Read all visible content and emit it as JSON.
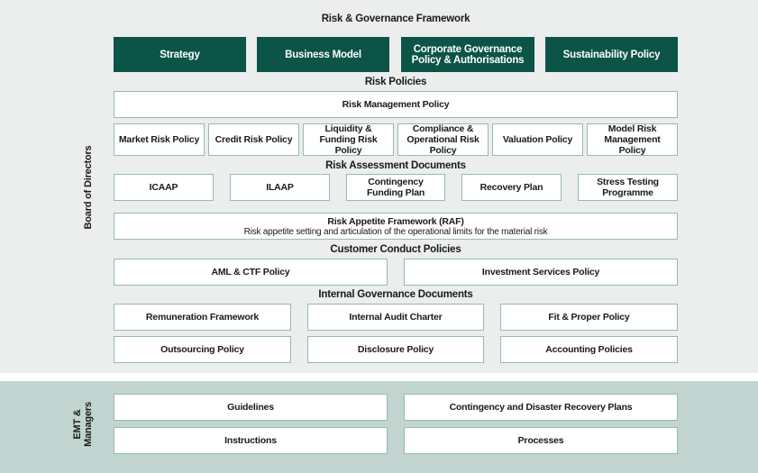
{
  "title": "Risk & Governance Framework",
  "side_labels": {
    "board": "Board of Directors",
    "emt": "EMT &\nManagers"
  },
  "top_boxes": [
    "Strategy",
    "Business Model",
    "Corporate Governance Policy & Authorisations",
    "Sustainability Policy"
  ],
  "risk_policies": {
    "heading": "Risk Policies",
    "main": "Risk Management Policy",
    "items": [
      "Market Risk Policy",
      "Credit Risk Policy",
      "Liquidity & Funding Risk Policy",
      "Compliance & Operational Risk Policy",
      "Valuation Policy",
      "Model Risk Management Policy"
    ]
  },
  "risk_assessment": {
    "heading": "Risk Assessment Documents",
    "items": [
      "ICAAP",
      "ILAAP",
      "Contingency Funding Plan",
      "Recovery Plan",
      "Stress Testing Programme"
    ]
  },
  "raf": {
    "title": "Risk Appetite Framework (RAF)",
    "subtitle": "Risk appetite setting and articulation of the operational limits for the material risk"
  },
  "customer_conduct": {
    "heading": "Customer Conduct Policies",
    "items": [
      "AML & CTF Policy",
      "Investment Services Policy"
    ]
  },
  "internal_governance": {
    "heading": "Internal Governance Documents",
    "items": [
      "Remuneration Framework",
      "Internal Audit Charter",
      "Fit & Proper Policy",
      "Outsourcing Policy",
      "Disclosure Policy",
      "Accounting Policies"
    ]
  },
  "emt_items": [
    "Guidelines",
    "Contingency and Disaster Recovery Plans",
    "Instructions",
    "Processes"
  ],
  "colors": {
    "dark_green": "#0b5447",
    "board_bg": "#ebeeed",
    "emt_bg": "#c2d4d0",
    "box_border": "#9ab8b1"
  }
}
